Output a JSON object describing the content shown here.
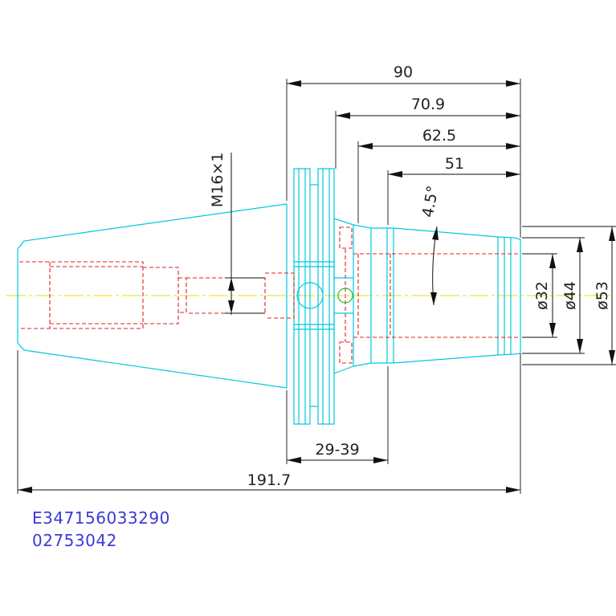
{
  "dimensions": {
    "overall_length": "191.7",
    "length_90": "90",
    "length_70_9": "70.9",
    "length_62_5": "62.5",
    "length_51": "51",
    "flange_range": "29-39",
    "thread": "M16×1",
    "taper_angle": "4.5°",
    "dia_32": "ø32",
    "dia_44": "ø44",
    "dia_53": "ø53"
  },
  "codes": {
    "part_number": "E347156033290",
    "order_number": "02753042"
  },
  "colors": {
    "outline": "#00c8e0",
    "hidden": "#e02020",
    "centerline": "#e8e000",
    "dimension": "#111111",
    "code_text": "#3a3ad8"
  }
}
